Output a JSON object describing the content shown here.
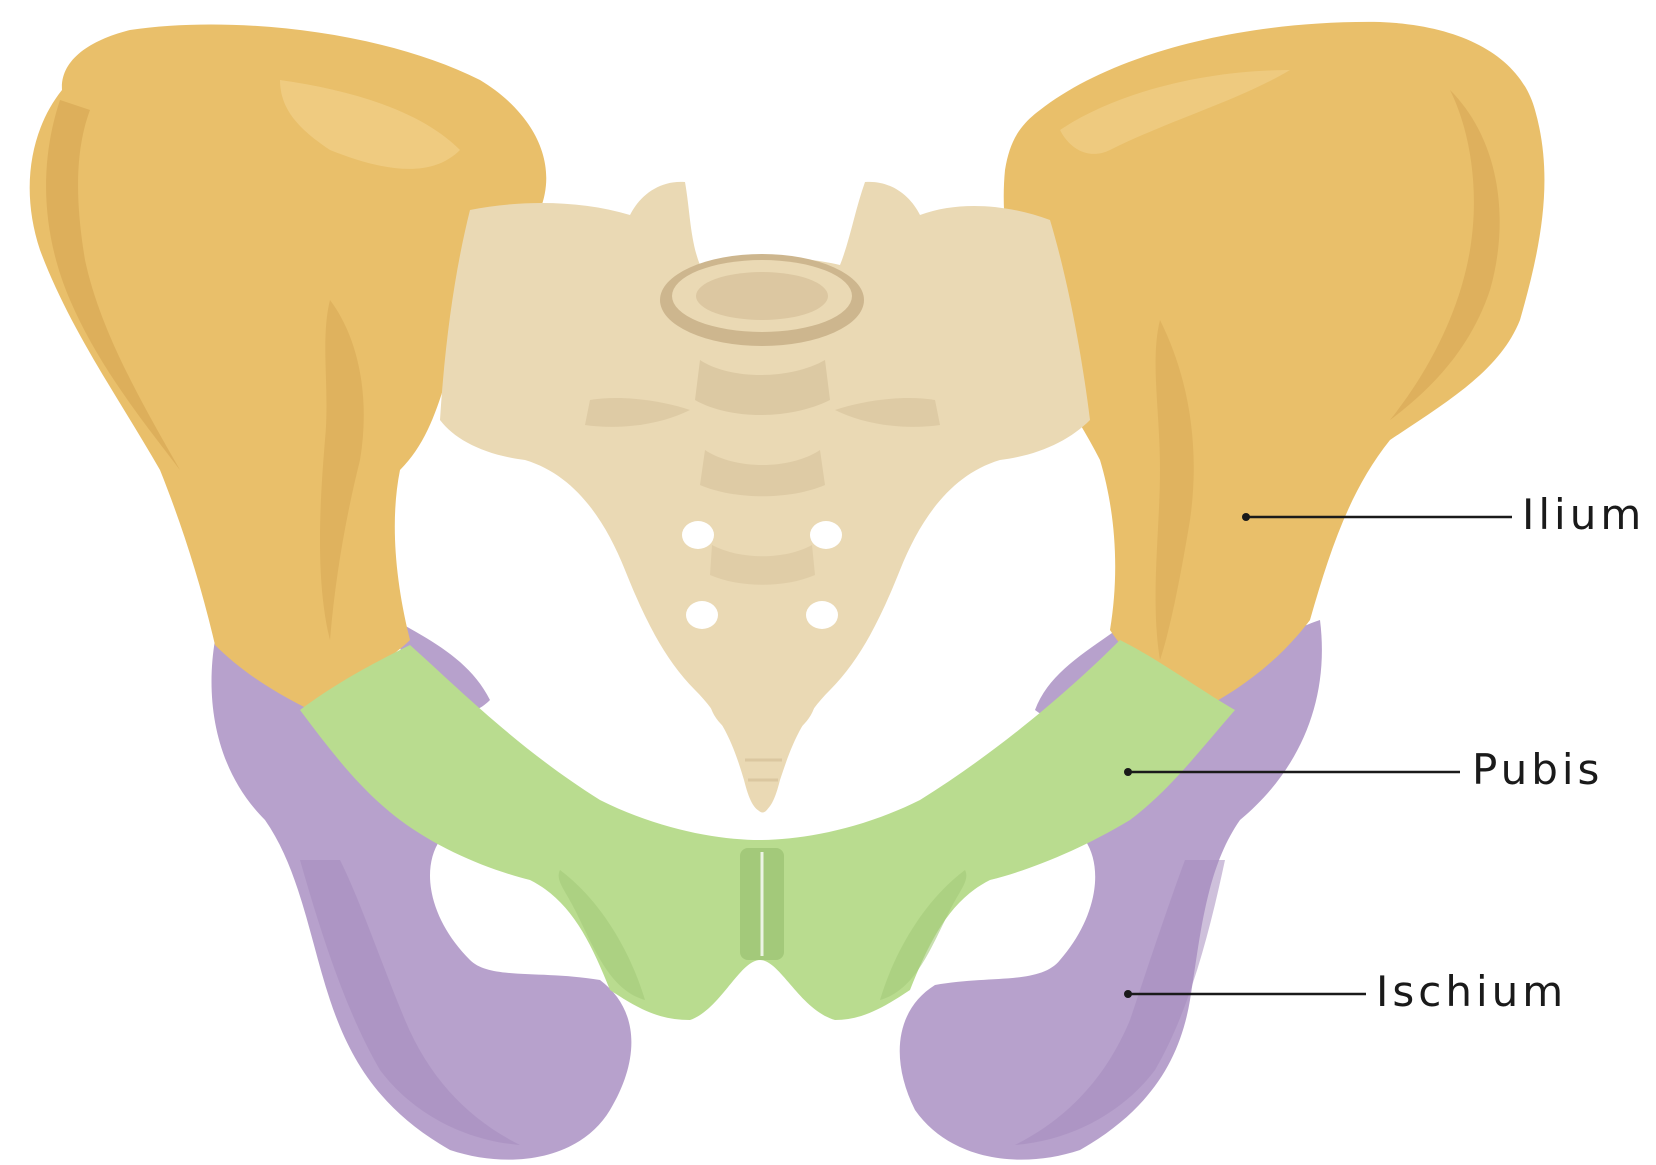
{
  "labels": {
    "ilium": "Ilium",
    "pubis": "Pubis",
    "ischium": "Ischium"
  },
  "colors": {
    "ilium": "#e9bf6a",
    "ilium_shade": "#d3a24f",
    "ilium_highlight": "#f3d38f",
    "pubis": "#b9dc8f",
    "pubis_shade": "#a3c97a",
    "ischium": "#b7a1cc",
    "ischium_shade": "#a58dbd",
    "sacrum": "#ead9b4",
    "sacrum_shade": "#cdb68e",
    "leader_line": "#1a1a1a"
  }
}
